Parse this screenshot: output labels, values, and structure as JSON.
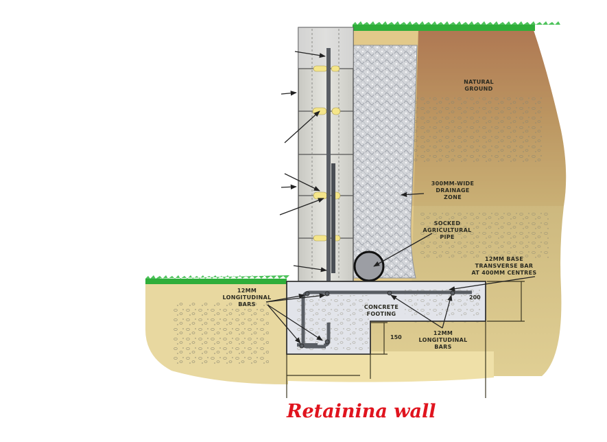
{
  "caption": "Retainina wall",
  "colors": {
    "caption": "#e0141e",
    "soil": "#e8d8a0",
    "natural_ground_top": "#a86a4a",
    "natural_ground": "#c8b478",
    "grass": "#2fae3a",
    "drainage": "#c9ccd2",
    "block": "#d4d4ce",
    "footing": "#e2e4ea",
    "rebar": "#555a60",
    "mortar": "#f4e58a"
  },
  "labels": {
    "natural_ground": [
      "NATURAL",
      "GROUND"
    ],
    "drainage_zone": [
      "300MM-WIDE",
      "DRAINAGE",
      "ZONE"
    ],
    "agricultural_pipe": [
      "SOCKED",
      "AGRICULTURAL",
      "PIPE"
    ],
    "base_bar": [
      "12MM BASE",
      "TRANSVERSE BAR",
      "AT 400MM CENTRES"
    ],
    "longitudinal_left": [
      "12MM",
      "LONGITUDINAL",
      "BARS"
    ],
    "longitudinal_right": [
      "12MM",
      "LONGITUDINAL",
      "BARS"
    ],
    "footing": [
      "CONCRETE",
      "FOOTING"
    ]
  },
  "dimensions": {
    "footing_thickness": "200",
    "toe_depth": "150"
  }
}
